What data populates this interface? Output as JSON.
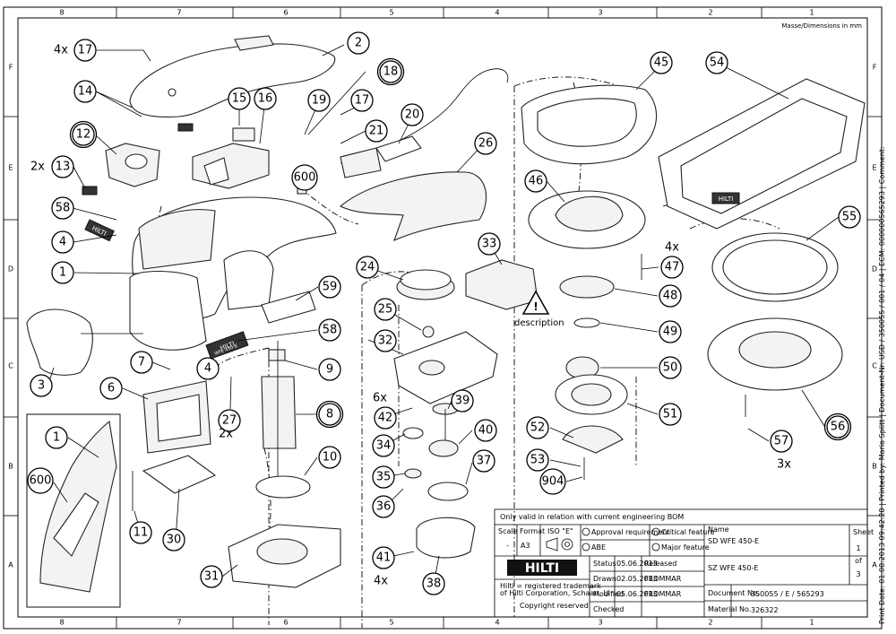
{
  "border": {
    "cols_top": [
      "8",
      "7",
      "6",
      "5",
      "4",
      "3",
      "2",
      "1"
    ],
    "cols_bottom": [
      "8",
      "7",
      "6",
      "5",
      "4",
      "3",
      "2",
      "1"
    ],
    "rows_left": [
      "F",
      "E",
      "D",
      "C",
      "B",
      "A"
    ],
    "rows_right": [
      "F",
      "E",
      "D",
      "C",
      "B",
      "A"
    ],
    "units": "Masse/Dimensions in mm"
  },
  "side_text": "Print Date: 01.08.2013 09:42:28 | Printed by: Maria Splitt | Document-Nr: USD / 350055 / 001 / 04 | ECM: 000000565293 | Comment:",
  "callouts": [
    {
      "n": "2",
      "d": false
    },
    {
      "n": "17",
      "d": false
    },
    {
      "n": "14",
      "d": false
    },
    {
      "n": "15",
      "d": false
    },
    {
      "n": "16",
      "d": false
    },
    {
      "n": "18",
      "d": true
    },
    {
      "n": "19",
      "d": false
    },
    {
      "n": "17",
      "d": false
    },
    {
      "n": "21",
      "d": false
    },
    {
      "n": "20",
      "d": false
    },
    {
      "n": "12",
      "d": true
    },
    {
      "n": "13",
      "d": false
    },
    {
      "n": "600",
      "d": false
    },
    {
      "n": "26",
      "d": false
    },
    {
      "n": "58",
      "d": false
    },
    {
      "n": "4",
      "d": false
    },
    {
      "n": "1",
      "d": false
    },
    {
      "n": "24",
      "d": false
    },
    {
      "n": "33",
      "d": false
    },
    {
      "n": "59",
      "d": false
    },
    {
      "n": "25",
      "d": false
    },
    {
      "n": "58",
      "d": false
    },
    {
      "n": "32",
      "d": false
    },
    {
      "n": "3",
      "d": false
    },
    {
      "n": "7",
      "d": false
    },
    {
      "n": "4",
      "d": false
    },
    {
      "n": "9",
      "d": false
    },
    {
      "n": "6",
      "d": false
    },
    {
      "n": "8",
      "d": true
    },
    {
      "n": "42",
      "d": false
    },
    {
      "n": "39",
      "d": false
    },
    {
      "n": "27",
      "d": false
    },
    {
      "n": "34",
      "d": false
    },
    {
      "n": "40",
      "d": false
    },
    {
      "n": "10",
      "d": false
    },
    {
      "n": "35",
      "d": false
    },
    {
      "n": "37",
      "d": false
    },
    {
      "n": "36",
      "d": false
    },
    {
      "n": "11",
      "d": false
    },
    {
      "n": "30",
      "d": false
    },
    {
      "n": "41",
      "d": false
    },
    {
      "n": "31",
      "d": false
    },
    {
      "n": "38",
      "d": false
    },
    {
      "n": "45",
      "d": false
    },
    {
      "n": "54",
      "d": false
    },
    {
      "n": "46",
      "d": false
    },
    {
      "n": "47",
      "d": false
    },
    {
      "n": "55",
      "d": false
    },
    {
      "n": "48",
      "d": false
    },
    {
      "n": "49",
      "d": false
    },
    {
      "n": "50",
      "d": false
    },
    {
      "n": "51",
      "d": false
    },
    {
      "n": "52",
      "d": false
    },
    {
      "n": "53",
      "d": false
    },
    {
      "n": "904",
      "d": false
    },
    {
      "n": "57",
      "d": false
    },
    {
      "n": "56",
      "d": true
    },
    {
      "n": "1",
      "d": false
    },
    {
      "n": "600",
      "d": false
    }
  ],
  "qty_labels": [
    "4x",
    "2x",
    "6x",
    "2x",
    "4x",
    "4x",
    "3x"
  ],
  "warning_label": "description",
  "product_stickers": [
    "HILTI",
    "HILTI",
    "HILTI",
    "WFE 450-E"
  ],
  "title_block": {
    "note": "Only valid in relation with current engineering BOM",
    "scale_label": "Scale",
    "scale_value": "-",
    "format_label": "Format",
    "format_value": "A3",
    "iso_label": "ISO \"E\"",
    "approval": "Approval requirement",
    "abe": "ABE",
    "critical": "Critical feature",
    "major": "Major feature",
    "name_label": "Name",
    "name1": "SD WFE 450-E",
    "name2": "SZ WFE 450-E",
    "sheet_label": "Sheet",
    "sheet_num": "1",
    "sheet_of": "of",
    "sheet_total": "3",
    "logo": "HILTI",
    "trademark1": "Hilti = registered trademark",
    "trademark2": "of Hilti Corporation, Schaan, LI",
    "copyright": "Copyright reserved",
    "status_label": "Status",
    "status_date": "05.06.2013",
    "status_value": "Released",
    "drawn_label": "Drawn",
    "drawn_date": "02.05.2013",
    "drawn_value": "FROMMAR",
    "modified_label": "Modified",
    "modified_date": "05.06.2013",
    "modified_value": "FROMMAR",
    "checked_label": "Checked",
    "docno_label": "Document No.",
    "docno_value": "350055 / E / 565293",
    "matno_label": "Material No.",
    "matno_value": "326322"
  }
}
